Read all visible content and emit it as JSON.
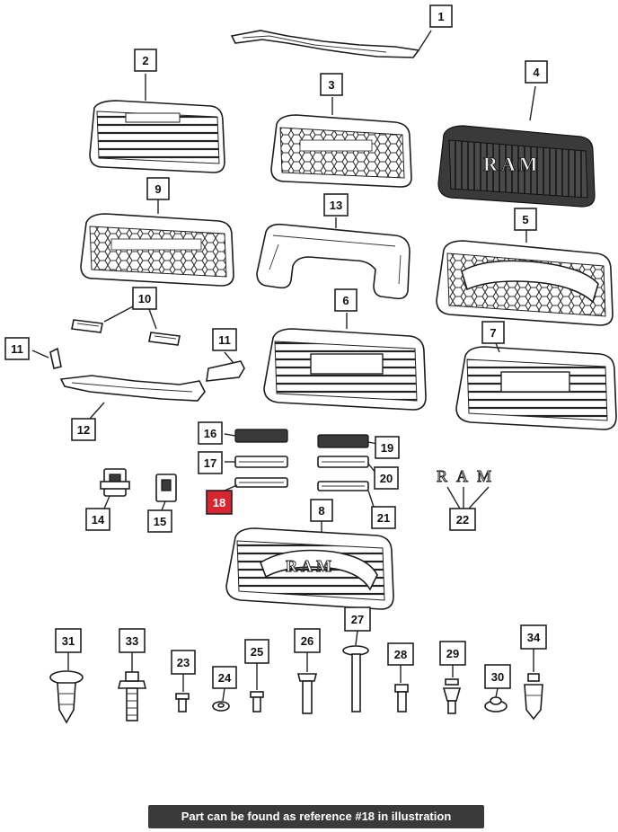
{
  "callouts": [
    "1",
    "2",
    "3",
    "4",
    "5",
    "6",
    "7",
    "8",
    "9",
    "10",
    "11",
    "12",
    "13",
    "14",
    "15",
    "16",
    "17",
    "18",
    "19",
    "20",
    "21",
    "22",
    "23",
    "24",
    "25",
    "26",
    "27",
    "28",
    "29",
    "30",
    "31",
    "33",
    "34"
  ],
  "highlighted": "18",
  "caption": "Part can be found as reference #18 in illustration",
  "badge_text": "RAM",
  "colors": {
    "highlight": "#d9252f",
    "caption_bg": "#3a3a3a"
  }
}
